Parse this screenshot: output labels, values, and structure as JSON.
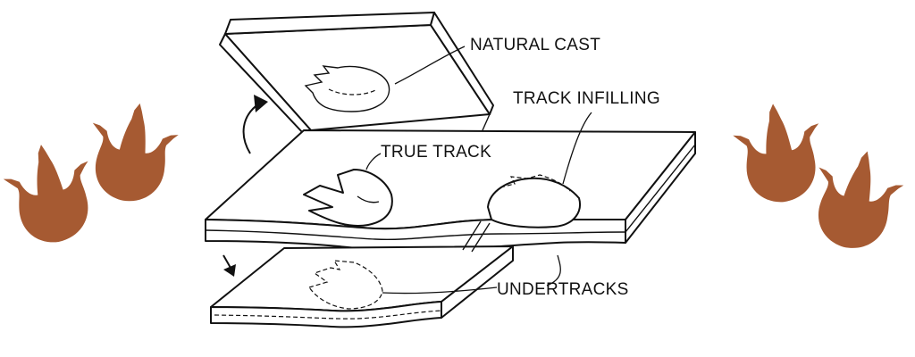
{
  "labels": {
    "natural_cast": "NATURAL CAST",
    "track_infilling": "TRACK INFILLING",
    "true_track": "TRUE TRACK",
    "undertracks": "UNDERTRACKS"
  },
  "colors": {
    "footprint": "#A65A32",
    "line": "#111111",
    "background": "#ffffff"
  },
  "icons": {
    "footprint": "dinosaur-footprint-icon",
    "up_arrow": "curved-up-arrow-icon",
    "down_arrow": "down-arrow-icon"
  }
}
